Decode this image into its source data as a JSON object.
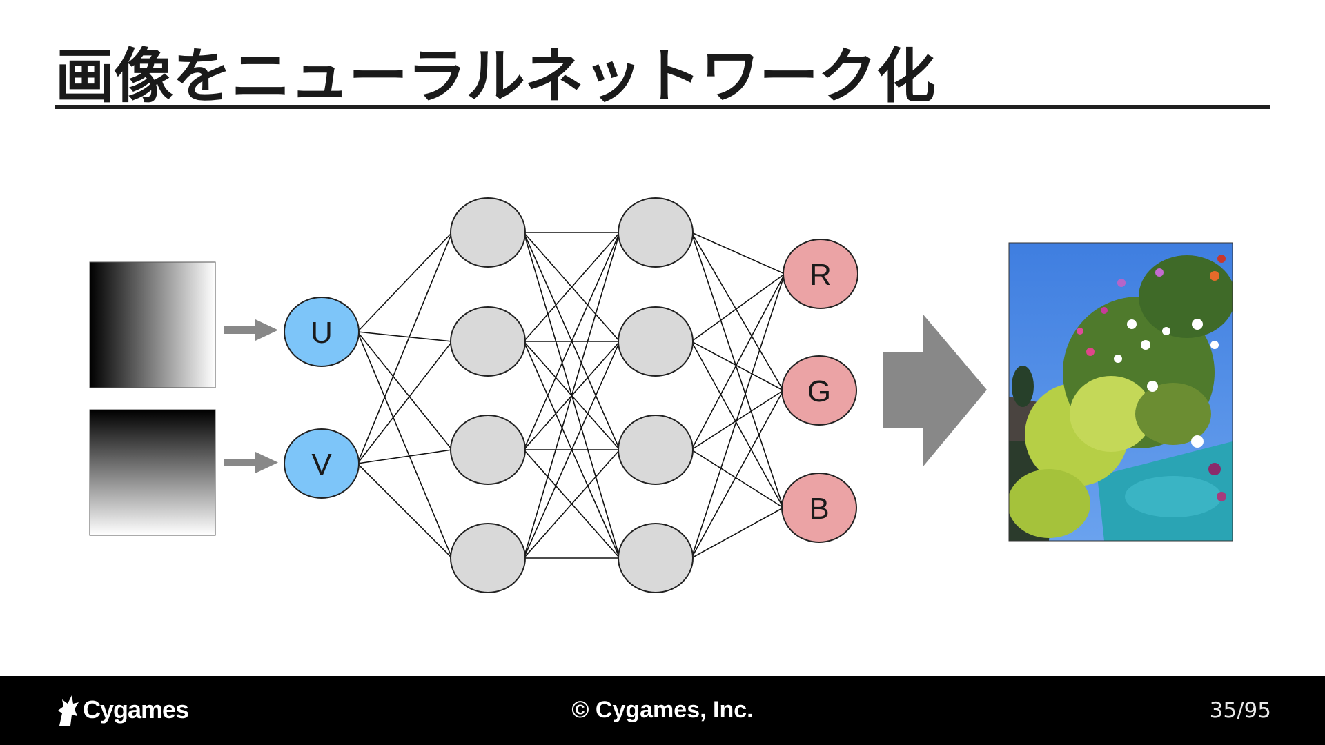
{
  "slide": {
    "title": "画像をニューラルネットワーク化",
    "colors": {
      "input_node": "#7dc5f9",
      "hidden_node": "#d9d9d9",
      "output_node": "#eba3a5",
      "arrow": "#888888",
      "footer_bg": "#000000"
    }
  },
  "diagram": {
    "input_images": [
      "horizontal-gradient-image",
      "vertical-gradient-image"
    ],
    "input_nodes": [
      "U",
      "V"
    ],
    "hidden_layers": [
      4,
      4
    ],
    "output_nodes": [
      "R",
      "G",
      "B"
    ],
    "result_image": "flower-basket-photo",
    "arrow_icon": "right-arrow-icon"
  },
  "footer": {
    "brand": "Cygames",
    "copyright": "© Cygames, Inc.",
    "page": "35/95"
  }
}
